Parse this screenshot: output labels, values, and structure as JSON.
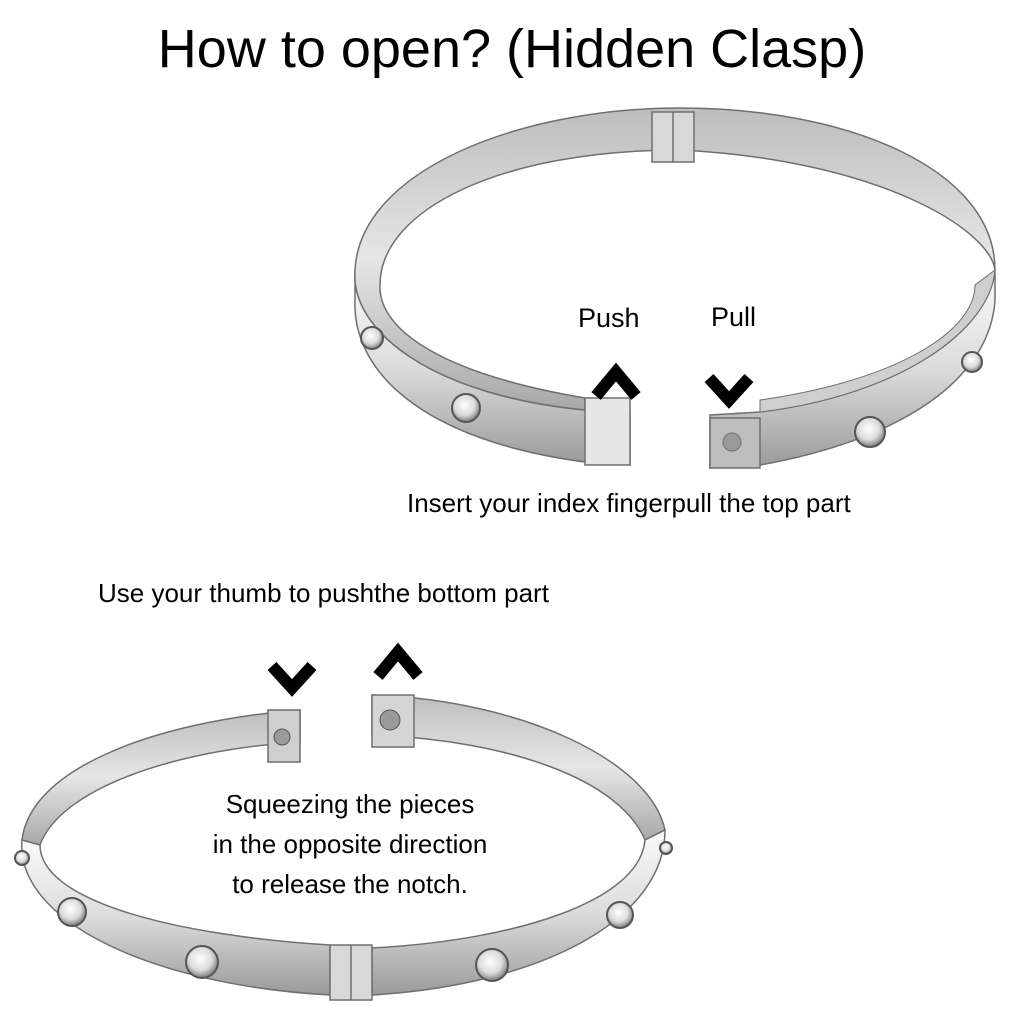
{
  "title": "How to open? (Hidden Clasp)",
  "labels": {
    "push": "Push",
    "pull": "Pull",
    "insert_instruction": "Insert your index fingerpull the top part",
    "thumb_instruction": "Use your thumb to pushthe bottom part",
    "squeeze_lines": [
      "Squeezing the pieces",
      "in the opposite direction",
      "to release the notch."
    ]
  },
  "icons": {
    "top_left_arrow": "chevron-up-icon",
    "top_right_arrow": "chevron-down-icon",
    "bottom_left_arrow": "chevron-down-icon",
    "bottom_right_arrow": "chevron-up-icon"
  },
  "colors": {
    "metal_light": "#f2f2f2",
    "metal_mid": "#c9c9c9",
    "metal_dark": "#8a8a8a",
    "outline": "#6f6f6f",
    "text": "#000000"
  }
}
